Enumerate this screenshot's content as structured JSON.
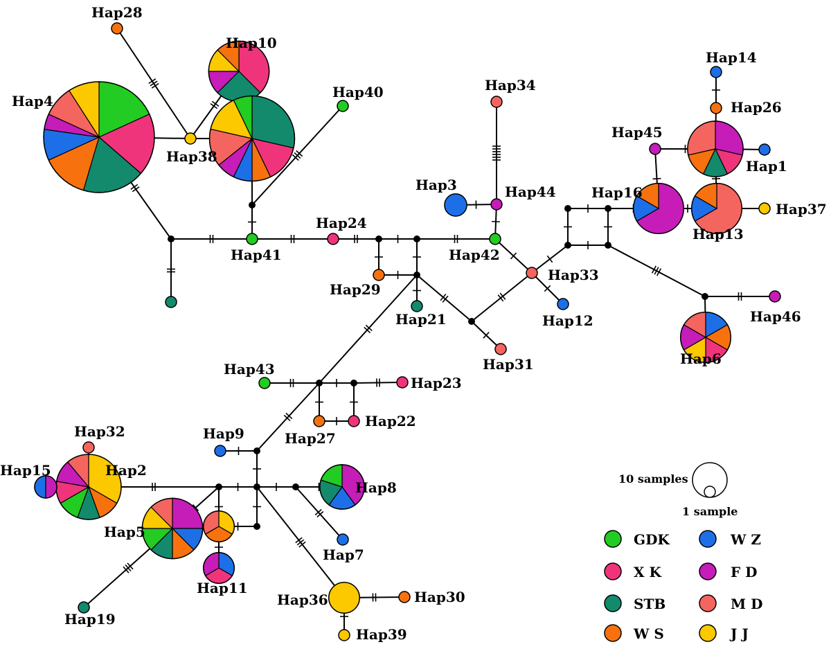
{
  "colors": {
    "GDK": "#22cc22",
    "XK": "#f0347c",
    "STB": "#138a6c",
    "WS": "#f7720f",
    "WZ": "#1d6fe8",
    "FD": "#c61cb8",
    "MD": "#f5655f",
    "JJ": "#fcc800",
    "median": "#000000"
  },
  "legend": {
    "scale_large": "10 samples",
    "scale_small": "1 sample",
    "items": [
      {
        "key": "GDK",
        "label": "GDK"
      },
      {
        "key": "XK",
        "label": "X K"
      },
      {
        "key": "STB",
        "label": "STB"
      },
      {
        "key": "WS",
        "label": "W S"
      },
      {
        "key": "WZ",
        "label": "W Z"
      },
      {
        "key": "FD",
        "label": "F D"
      },
      {
        "key": "MD",
        "label": "M D"
      },
      {
        "key": "JJ",
        "label": "J J"
      }
    ]
  },
  "haplotypes": [
    {
      "id": "Hap1",
      "label": "Hap1",
      "composition": {
        "WZ": 1
      }
    },
    {
      "id": "Hap2",
      "label": "Hap2",
      "composition": {
        "JJ": 3,
        "WS": 1,
        "STB": 1,
        "GDK": 1,
        "XK": 1,
        "FD": 1,
        "MD": 1
      }
    },
    {
      "id": "Hap3",
      "label": "Hap3",
      "composition": {
        "WZ": 2
      }
    },
    {
      "id": "Hap4",
      "label": "Hap4",
      "composition": {
        "GDK": 4,
        "XK": 4,
        "STB": 4,
        "WS": 3,
        "WZ": 2,
        "FD": 1,
        "MD": 2,
        "JJ": 2
      }
    },
    {
      "id": "Hap5",
      "label": "Hap5",
      "composition": {
        "FD": 2,
        "WZ": 1,
        "WS": 1,
        "STB": 1,
        "GDK": 1,
        "JJ": 1,
        "MD": 1
      }
    },
    {
      "id": "Hap6",
      "label": "Hap6",
      "composition": {
        "WZ": 1,
        "WS": 1,
        "XK": 1,
        "JJ": 1,
        "FD": 1,
        "MD": 1
      }
    },
    {
      "id": "Hap7",
      "label": "Hap7",
      "composition": {
        "WZ": 1
      }
    },
    {
      "id": "Hap8",
      "label": "Hap8",
      "composition": {
        "FD": 2,
        "WZ": 1,
        "STB": 1,
        "GDK": 1
      }
    },
    {
      "id": "Hap9",
      "label": "Hap9",
      "composition": {
        "WZ": 1
      }
    },
    {
      "id": "Hap10",
      "label": "Hap10",
      "composition": {
        "XK": 3,
        "STB": 2,
        "FD": 1,
        "JJ": 1,
        "WS": 1
      }
    },
    {
      "id": "Hap11",
      "label": "Hap11",
      "composition": {
        "WZ": 1,
        "XK": 1,
        "FD": 1
      }
    },
    {
      "id": "Hap12",
      "label": "Hap12",
      "composition": {
        "WZ": 1
      }
    },
    {
      "id": "Hap13",
      "label": "Hap13",
      "composition": {
        "MD": 4,
        "WZ": 1,
        "WS": 1
      }
    },
    {
      "id": "Hap14",
      "label": "Hap14",
      "composition": {
        "WZ": 1
      }
    },
    {
      "id": "Hap15",
      "label": "Hap15",
      "composition": {
        "FD": 1,
        "WZ": 1
      }
    },
    {
      "id": "Hap16",
      "label": "Hap16",
      "composition": {
        "FD": 4,
        "WZ": 1,
        "WS": 1
      }
    },
    {
      "id": "Hap19",
      "label": "Hap19",
      "composition": {
        "STB": 1
      }
    },
    {
      "id": "Hap21",
      "label": "Hap21",
      "composition": {
        "STB": 1
      }
    },
    {
      "id": "Hap22",
      "label": "Hap22",
      "composition": {
        "XK": 1
      }
    },
    {
      "id": "Hap23",
      "label": "Hap23",
      "composition": {
        "XK": 1
      }
    },
    {
      "id": "Hap24",
      "label": "Hap24",
      "composition": {
        "XK": 1
      }
    },
    {
      "id": "Hap26",
      "label": "Hap26",
      "composition": {
        "WS": 1
      }
    },
    {
      "id": "Hap27",
      "label": "Hap27",
      "composition": {
        "WS": 1
      }
    },
    {
      "id": "Hap28",
      "label": "Hap28",
      "composition": {
        "WS": 1
      }
    },
    {
      "id": "Hap29",
      "label": "Hap29",
      "composition": {
        "WS": 1
      }
    },
    {
      "id": "Hap30",
      "label": "Hap30",
      "composition": {
        "WS": 1
      }
    },
    {
      "id": "Hap31",
      "label": "Hap31",
      "composition": {
        "MD": 1
      }
    },
    {
      "id": "Hap32",
      "label": "Hap32",
      "composition": {
        "MD": 1
      }
    },
    {
      "id": "Hap33",
      "label": "Hap33",
      "composition": {
        "MD": 1
      }
    },
    {
      "id": "Hap34",
      "label": "Hap34",
      "composition": {
        "MD": 1
      }
    },
    {
      "id": "Hap36",
      "label": "Hap36",
      "composition": {
        "JJ": 3
      }
    },
    {
      "id": "Hap37",
      "label": "Hap37",
      "composition": {
        "JJ": 1
      }
    },
    {
      "id": "Hap38",
      "label": "Hap38",
      "composition": {
        "JJ": 1
      }
    },
    {
      "id": "Hap39",
      "label": "Hap39",
      "composition": {
        "JJ": 1
      }
    },
    {
      "id": "Hap40",
      "label": "Hap40",
      "composition": {
        "GDK": 1
      }
    },
    {
      "id": "Hap41",
      "label": "Hap41",
      "composition": {
        "GDK": 1
      }
    },
    {
      "id": "Hap42",
      "label": "Hap42",
      "composition": {
        "GDK": 1
      }
    },
    {
      "id": "Hap43",
      "label": "Hap43",
      "composition": {
        "GDK": 1
      }
    },
    {
      "id": "Hap44",
      "label": "Hap44",
      "composition": {
        "FD": 1
      }
    },
    {
      "id": "Hap45",
      "label": "Hap45",
      "composition": {
        "FD": 1
      }
    },
    {
      "id": "Hap46",
      "label": "Hap46",
      "composition": {
        "FD": 1
      }
    },
    {
      "id": "U1",
      "label": "",
      "composition": {
        "STB": 1
      }
    }
  ],
  "edges": [
    [
      "Hap4",
      "Hap38",
      1
    ],
    [
      "Hap28",
      "Hap38",
      3
    ],
    [
      "Hap10",
      "Hap38",
      2
    ],
    [
      "Hap38",
      "Hapx",
      0
    ],
    [
      "Hap38",
      "Hap_stb",
      1
    ],
    [
      "Hap_stb",
      "m1",
      2
    ],
    [
      "m1",
      "Hap41",
      1
    ],
    [
      "m1",
      "Hap40",
      3
    ],
    [
      "Hap4",
      "m0",
      2
    ],
    [
      "m0",
      "U1",
      2
    ],
    [
      "m0",
      "Hap41",
      2
    ],
    [
      "Hap41",
      "Hap24",
      2
    ],
    [
      "Hap24",
      "m2",
      2
    ],
    [
      "m2",
      "m3",
      1
    ],
    [
      "m2",
      "Hap29",
      1
    ],
    [
      "Hap29",
      "m4",
      1
    ],
    [
      "m3",
      "m4",
      1
    ],
    [
      "m3",
      "Hap42",
      2
    ],
    [
      "m4",
      "Hap21",
      1
    ],
    [
      "m4",
      "m5",
      2
    ],
    [
      "m5",
      "Hap31",
      1
    ],
    [
      "m5",
      "Hap33",
      2
    ],
    [
      "Hap42",
      "Hap44",
      1
    ],
    [
      "Hap44",
      "Hap34",
      6
    ],
    [
      "Hap44",
      "Hap3",
      1
    ],
    [
      "Hap42",
      "Hap33",
      1
    ],
    [
      "Hap33",
      "Hap12",
      1
    ],
    [
      "Hap33",
      "m6",
      1
    ],
    [
      "m6",
      "m7",
      1
    ],
    [
      "m6",
      "m8",
      1
    ],
    [
      "m7",
      "m9",
      1
    ],
    [
      "m8",
      "m9",
      1
    ],
    [
      "m9",
      "Hap16",
      1
    ],
    [
      "m8",
      "m10",
      3
    ],
    [
      "m10",
      "Hap6",
      1
    ],
    [
      "m10",
      "Hap46",
      2
    ],
    [
      "Hap16",
      "Hap13",
      1
    ],
    [
      "Hap13",
      "Hap37",
      1
    ],
    [
      "Hap16",
      "Hap45",
      1
    ],
    [
      "Hap45",
      "Hap_fd",
      1
    ],
    [
      "Hap13",
      "Hap_fd",
      1
    ],
    [
      "Hap_fd",
      "Hap1",
      1
    ],
    [
      "Hap_fd",
      "Hap26",
      1
    ],
    [
      "Hap26",
      "Hap14",
      1
    ],
    [
      "m4",
      "m11",
      2
    ],
    [
      "m11",
      "m12",
      1
    ],
    [
      "m11",
      "Hap43",
      2
    ],
    [
      "m12",
      "Hap23",
      2
    ],
    [
      "m11",
      "Hap27",
      1
    ],
    [
      "Hap27",
      "Hap22",
      1
    ],
    [
      "m12",
      "Hap22",
      1
    ],
    [
      "m11",
      "m13",
      2
    ],
    [
      "m13",
      "Hap9",
      1
    ],
    [
      "m13",
      "m14",
      1
    ],
    [
      "m14",
      "m15",
      1
    ],
    [
      "m15",
      "Hap2",
      2
    ],
    [
      "Hap2",
      "Hap32",
      1
    ],
    [
      "Hap2",
      "Hap15",
      1
    ],
    [
      "m15",
      "Hap5",
      1
    ],
    [
      "Hap5",
      "Hap19",
      3
    ],
    [
      "m15",
      "Hap_orn",
      1
    ],
    [
      "Hap_orn",
      "Hap11",
      1
    ],
    [
      "Hap_orn",
      "m16",
      1
    ],
    [
      "m14",
      "m16",
      1
    ],
    [
      "m14",
      "m17",
      1
    ],
    [
      "m17",
      "Hap8",
      1
    ],
    [
      "m17",
      "Hap7",
      2
    ],
    [
      "m14",
      "Hap36",
      3
    ],
    [
      "Hap36",
      "Hap30",
      2
    ],
    [
      "Hap36",
      "Hap39",
      1
    ]
  ]
}
